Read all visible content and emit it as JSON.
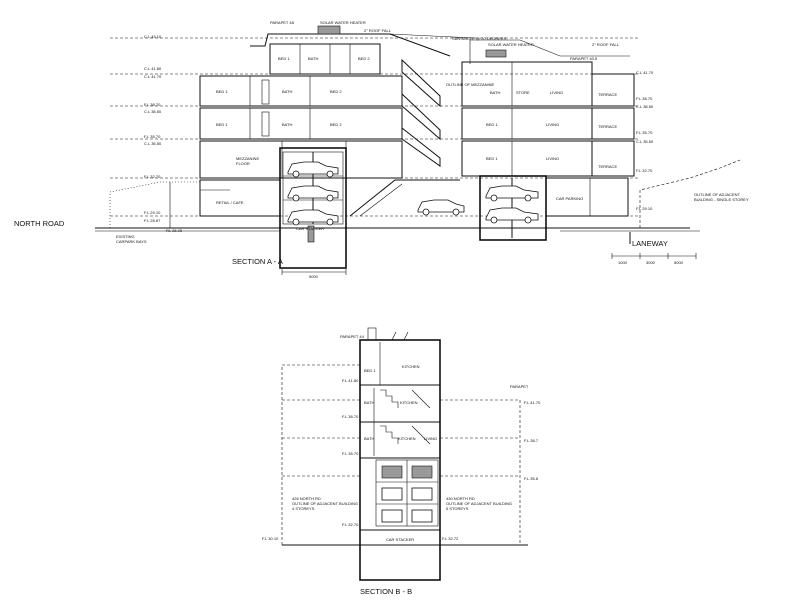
{
  "section_a": {
    "title": "SECTION A - A",
    "north_road": "NORTH ROAD",
    "laneway": "LANEWAY",
    "parapet": "PARAPET 48",
    "solar_top": "SOLAR WATER HEATER",
    "roof_fall_1": "2° ROOF FALL",
    "roof_fall_2": "2° ROOF FALL",
    "sun_angle": "SUN ANGLE @ 20 DEGREES",
    "solar_rear": "SOLAR WATER HEATER",
    "parapet_rear": "PARAPET 40.5",
    "outline_mezzanine": "OUTLINE OF MEZZANINE",
    "levels": [
      "C.L 43.10",
      "C.L 41.80",
      "C.L 41.70",
      "F.L 38.70",
      "C.L 38.50",
      "F.L 35.70",
      "C.L 35.50",
      "F.L 32.70",
      "F.L 29.10",
      "F.L 28.87"
    ],
    "rear_levels": [
      "C.L 41.70",
      "F.L 38.70",
      "C.L 38.50",
      "F.L 35.70",
      "C.L 35.50",
      "F.L 32.70",
      "F.L 29.10"
    ],
    "rooms": {
      "bed1_top": "BED 1",
      "bath_top": "BATH",
      "bed2_top": "BED 2",
      "bed1_l1": "BED 1",
      "bath_l1": "BATH",
      "bed2_l1": "BED 2",
      "bed1_l2": "BED 1",
      "bath_l2": "BATH",
      "bed2_l2": "BED 2",
      "bath_r1": "BATH",
      "store_r1": "STORE",
      "living_r1": "LIVING",
      "terrace_r1": "TERRACE",
      "bed1_r2": "BED 1",
      "living_r2": "LIVING",
      "terrace_r2": "TERRACE",
      "bed1_r3": "BED 1",
      "living_r3": "LIVING",
      "terrace_r3": "TERRACE",
      "mezzanine": "MEZZANINE\nFLOOR",
      "retail": "RETAIL / CAFE",
      "car_stacker": "CAR STACKER",
      "car_parking": "CAR PARKING"
    },
    "existing_carpark": "EXISTING\nCARPARK BAYS",
    "rl": "RL 28.25",
    "outline_adjacent": "OUTLINE OF ADJACENT\nBUILDING - SINGLE STOREY",
    "dim_bottom": "5000",
    "scale_marks": [
      "1000",
      "3000",
      "5000"
    ]
  },
  "section_b": {
    "title": "SECTION B - B",
    "parapet": "PARAPET 44",
    "parapet_right": "PARAPET",
    "rooms": {
      "bed1": "BED 1",
      "kitchen": "KITCHEN",
      "bath1": "BATH",
      "kitchen1": "KITCHEN",
      "bath2": "BATH",
      "kitchen2": "KITCHEN",
      "living2": "LIVING",
      "car_stacker": "CAR STACKER"
    },
    "levels_left": [
      "F.L 41.80",
      "F.L 38.70",
      "F.L 35.70",
      "F.L 32.70",
      "F.L 30.10"
    ],
    "levels_right": [
      "F.L 41.70",
      "F.L 38.7",
      "F.L 35.6",
      "F.L 32.72"
    ],
    "outline_left": "426 NORTH RD\nOUTLINE OF ADJACENT BUILDING\n4 STOREYS",
    "outline_right": "430 NORTH RD\nOUTLINE OF ADJACENT BUILDING\n5 STOREYS"
  }
}
